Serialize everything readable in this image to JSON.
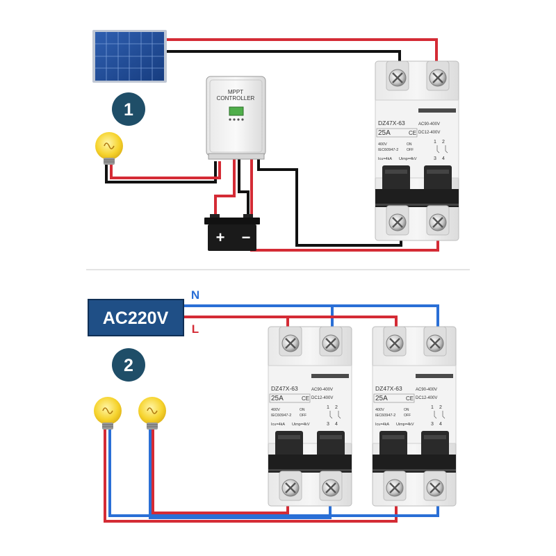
{
  "diagram1": {
    "step_number": "1",
    "controller": {
      "line1": "MPPT",
      "line2": "CONTROLLER"
    },
    "battery": {
      "plus": "+",
      "minus": "−"
    }
  },
  "diagram2": {
    "step_number": "2",
    "source_label": "AC220V",
    "neutral_label": "N",
    "live_label": "L"
  },
  "breaker": {
    "model": "DZ47X-63",
    "rating": "25A",
    "ce_mark": "CE",
    "voltage": "400V",
    "standard": "IEC60947-2",
    "on_label": "ON",
    "off_label": "OFF",
    "ac_range": "AC90-400V",
    "dc_range": "DC12-400V",
    "pole_top": "1",
    "pole_top2": "2",
    "pole_bot": "3",
    "pole_bot2": "4",
    "icu": "Icu=4kA",
    "uimp": "Uimp=4kV"
  },
  "colors": {
    "positive_wire": "#d42b35",
    "negative_wire": "#111111",
    "neutral_wire": "#2a6fd6",
    "live_wire": "#d42b35",
    "badge": "#1f4e68",
    "source_box": "#1f4f86",
    "bulb": "#f6d32d"
  }
}
